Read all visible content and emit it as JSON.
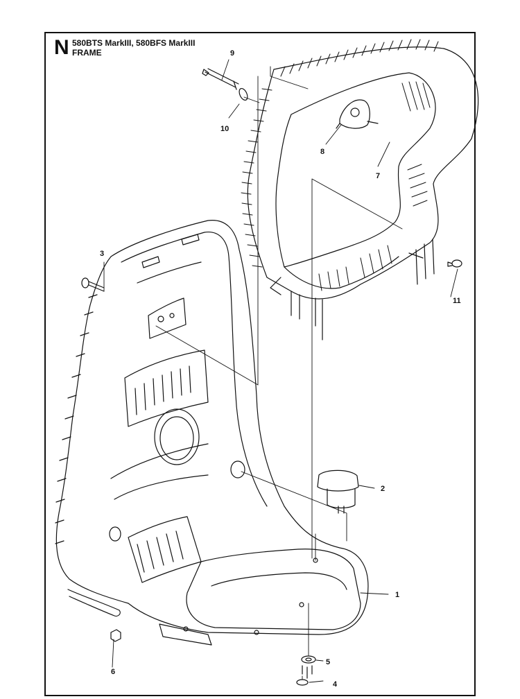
{
  "header": {
    "section_letter": "N",
    "model_line": "580BTS MarkIII, 580BFS MarkIII",
    "group_name": "FRAME"
  },
  "callouts": [
    "1",
    "2",
    "3",
    "4",
    "5",
    "6",
    "7",
    "8",
    "9",
    "10",
    "11"
  ],
  "colors": {
    "line": "#111111",
    "background": "#ffffff"
  }
}
